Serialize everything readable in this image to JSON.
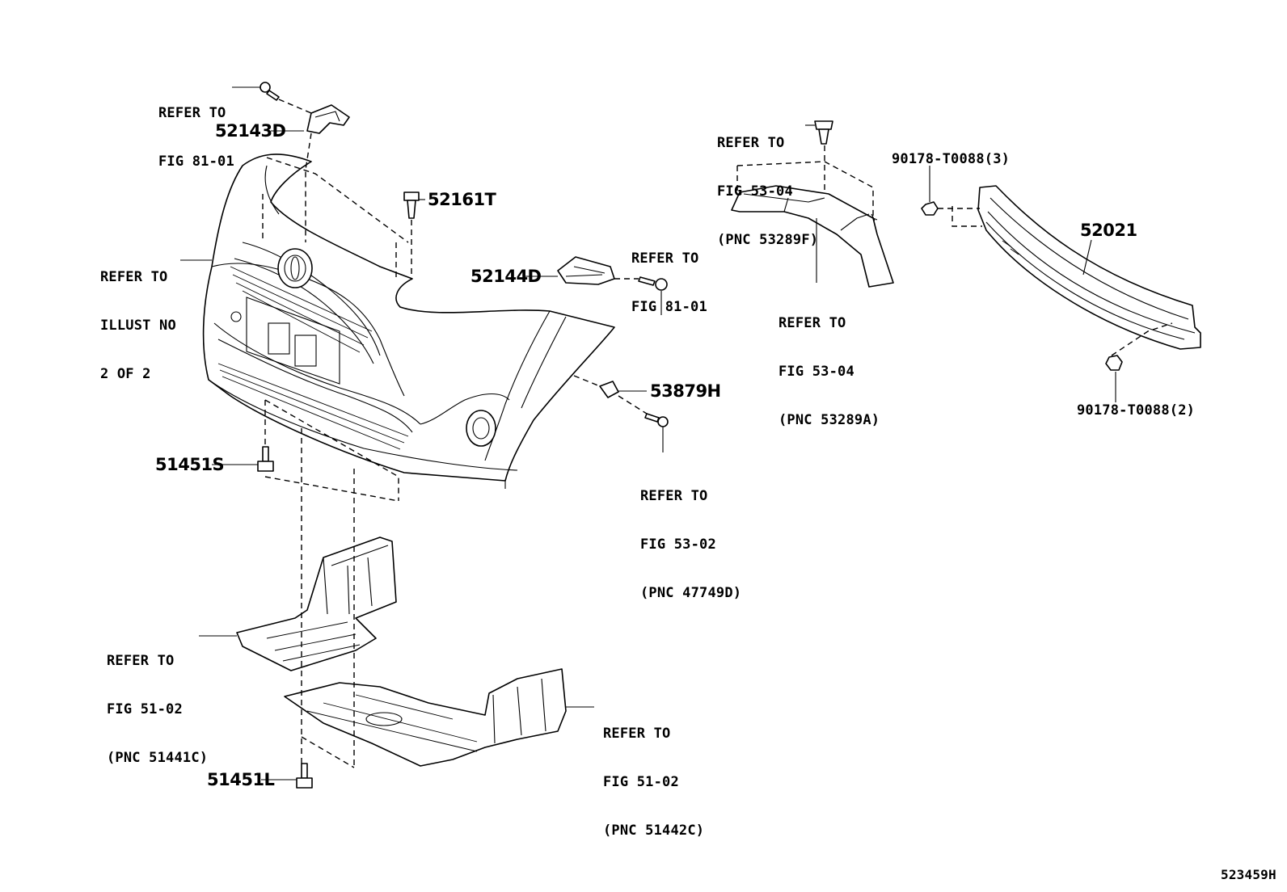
{
  "diagram_id": "523459H",
  "refs": {
    "r_81_top": [
      "REFER TO",
      "FIG 81-01"
    ],
    "r_53_04_f": [
      "REFER TO",
      "FIG 53-04",
      "(PNC 53289F)"
    ],
    "r_illust": [
      "REFER TO",
      "ILLUST NO",
      "2 OF 2"
    ],
    "r_81_mid": [
      "REFER TO",
      "FIG 81-01"
    ],
    "r_53_04_a": [
      "REFER TO",
      "FIG 53-04",
      "(PNC 53289A)"
    ],
    "r_53_02": [
      "REFER TO",
      "FIG 53-02",
      "(PNC 47749D)"
    ],
    "r_51_02_c1": [
      "REFER TO",
      "FIG 51-02",
      "(PNC 51441C)"
    ],
    "r_51_02_c2": [
      "REFER TO",
      "FIG 51-02",
      "(PNC 51442C)"
    ]
  },
  "parts": {
    "p52143D": "52143D",
    "p52161T": "52161T",
    "p52144D": "52144D",
    "p53879H": "53879H",
    "p51451S": "51451S",
    "p51451L": "51451L",
    "p52021": "52021",
    "p90178_3": "90178-T0088(3)",
    "p90178_2": "90178-T0088(2)"
  }
}
